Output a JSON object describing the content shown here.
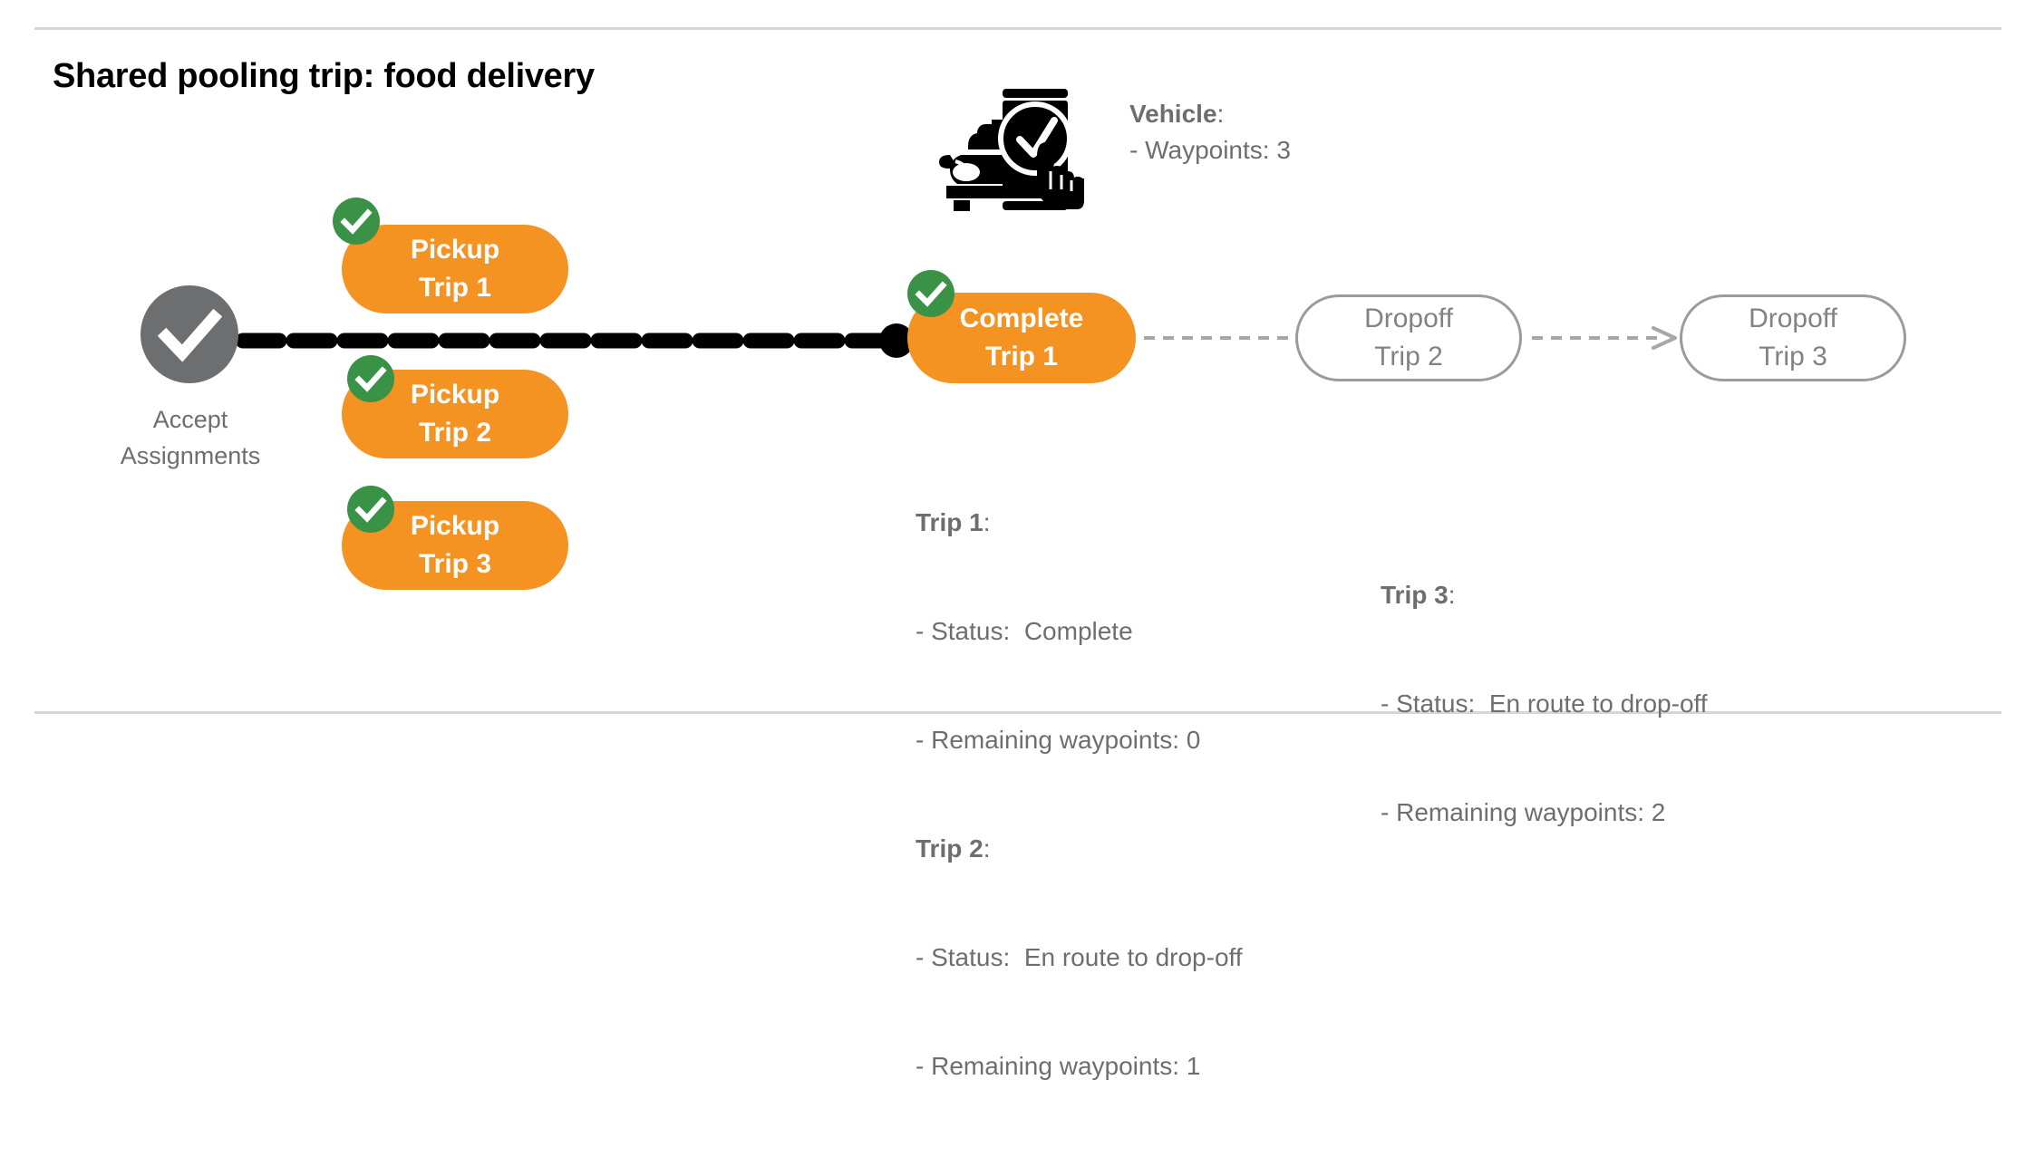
{
  "title": "Shared pooling trip: food delivery",
  "colors": {
    "orange": "#f59322",
    "green": "#3a9247",
    "gray_node": "#6d6e70",
    "gray_text": "#6d6e70",
    "ghost_border": "#9b9b9b",
    "ghost_text": "#808285",
    "rule": "#d5d6d7",
    "black": "#000000"
  },
  "start_node": {
    "icon": "check-circle-icon",
    "label_line1": "Accept",
    "label_line2": "Assignments"
  },
  "vehicle": {
    "icon": "vehicle-phone-check-icon",
    "label": "Vehicle",
    "label_suffix": ":",
    "waypoints_line": "- Waypoints: 3"
  },
  "pickups": [
    {
      "name": "pickup-trip-1",
      "line1": "Pickup",
      "line2": "Trip 1",
      "badge": "check-badge-icon",
      "badge_state": "complete"
    },
    {
      "name": "pickup-trip-2",
      "line1": "Pickup",
      "line2": "Trip 2",
      "badge": "check-badge-icon",
      "badge_state": "complete"
    },
    {
      "name": "pickup-trip-3",
      "line1": "Pickup",
      "line2": "Trip 3",
      "badge": "check-badge-icon",
      "badge_state": "complete"
    }
  ],
  "complete_node": {
    "name": "complete-trip-1",
    "line1": "Complete",
    "line2": "Trip 1",
    "badge": "check-badge-icon",
    "badge_state": "complete"
  },
  "dropoffs": [
    {
      "name": "dropoff-trip-2",
      "line1": "Dropoff",
      "line2": "Trip 2",
      "state": "pending"
    },
    {
      "name": "dropoff-trip-3",
      "line1": "Dropoff",
      "line2": "Trip 3",
      "state": "pending"
    }
  ],
  "details": {
    "trip1": {
      "heading": "Trip 1",
      "heading_suffix": ":",
      "status": "- Status:  Complete",
      "remaining": "- Remaining waypoints: 0"
    },
    "trip2": {
      "heading": "Trip 2",
      "heading_suffix": ":",
      "status": "- Status:  En route to drop-off",
      "remaining": "- Remaining waypoints: 1"
    },
    "trip3": {
      "heading": "Trip 3",
      "heading_suffix": ":",
      "status": "- Status:  En route to drop-off",
      "remaining": "- Remaining waypoints: 2"
    }
  }
}
